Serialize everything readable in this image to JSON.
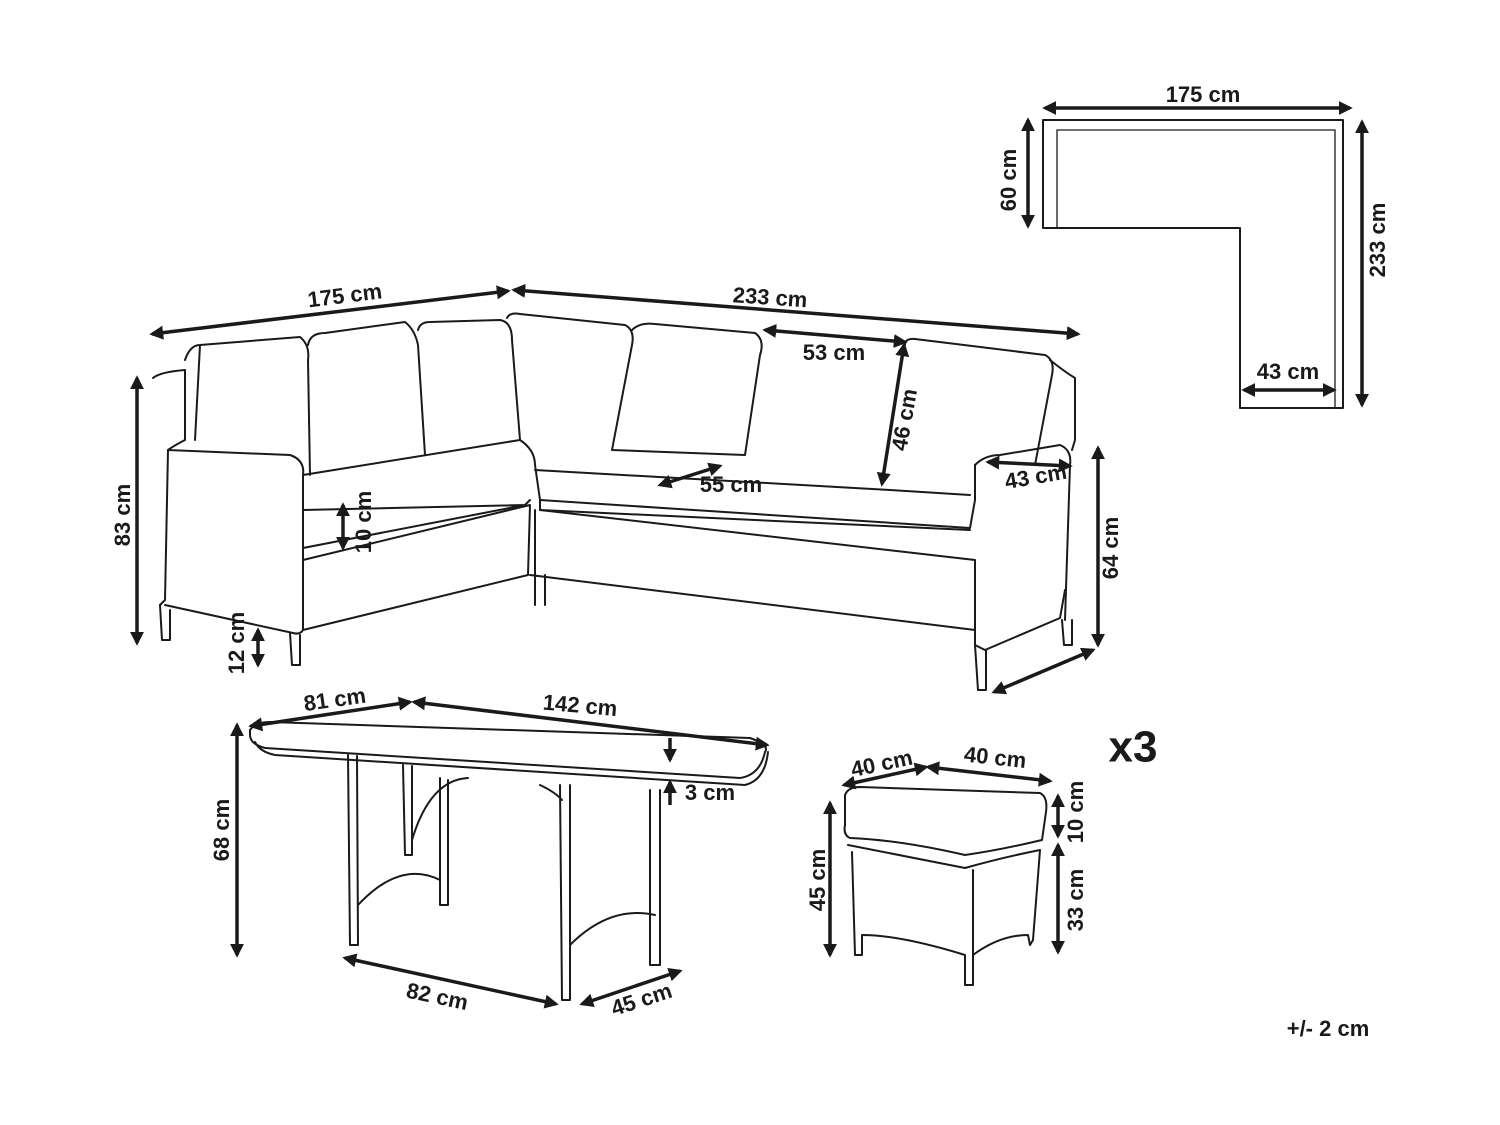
{
  "top_view": {
    "width": "175 cm",
    "depth": "60 cm",
    "length": "233 cm",
    "seat_depth": "43 cm"
  },
  "sofa": {
    "width": "175 cm",
    "length": "233 cm",
    "cushion_width": "53 cm",
    "cushion_height": "46 cm",
    "arm_depth": "43 cm",
    "height": "83 cm",
    "seat_cushion": "10 cm",
    "seat_depth": "55 cm",
    "arm_height": "64 cm",
    "leg_height": "12 cm"
  },
  "table": {
    "width": "81 cm",
    "length": "142 cm",
    "top_thickness": "3 cm",
    "height": "68 cm",
    "base_length": "82 cm",
    "base_width": "45 cm"
  },
  "stool": {
    "width": "40 cm",
    "depth": "40 cm",
    "quantity": "x3",
    "cushion": "10 cm",
    "seat_height": "45 cm",
    "frame_height": "33 cm"
  },
  "tolerance": "+/- 2 cm"
}
